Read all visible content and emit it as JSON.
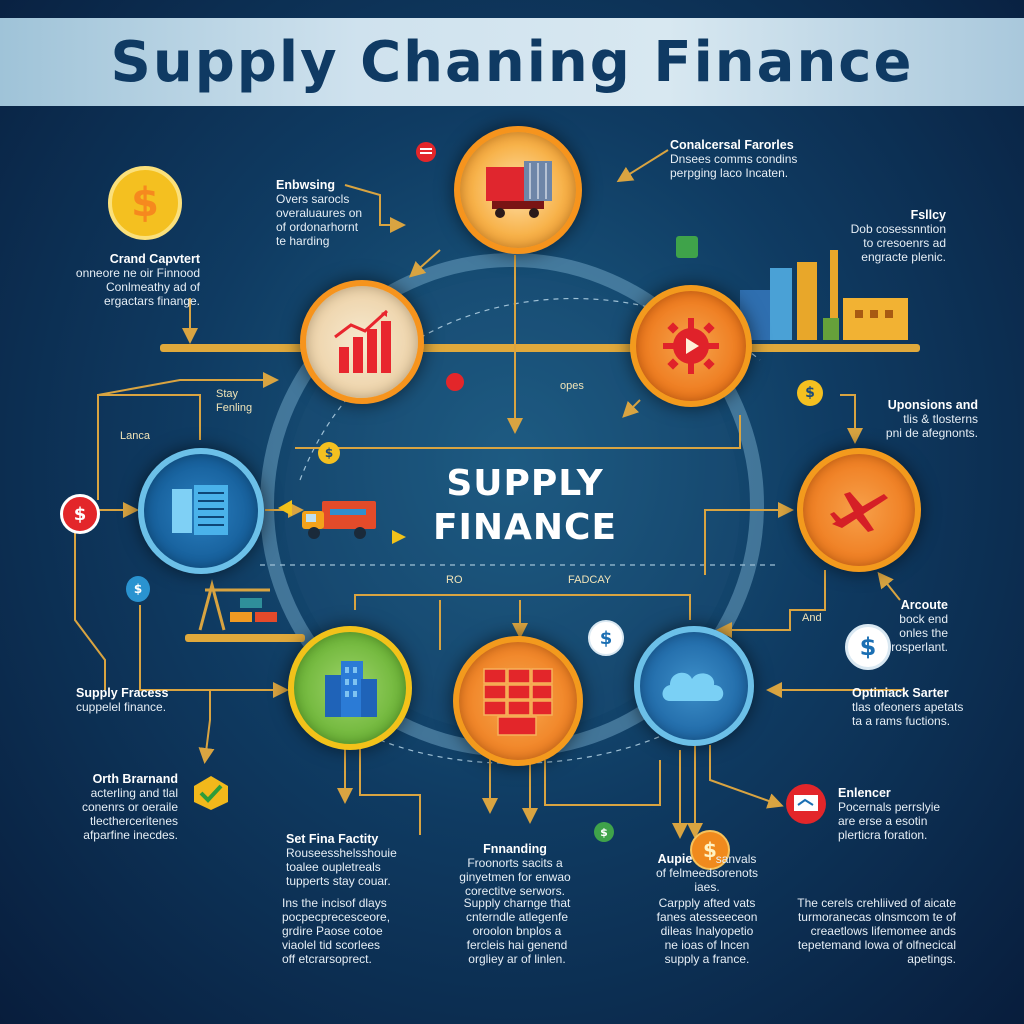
{
  "title": "Supply Chaning Finance",
  "center": {
    "line1": "SUPPLY",
    "line2": "FINANCE"
  },
  "colors": {
    "orange": "#f6941d",
    "orange_inner": "#e8452a",
    "blue_ring": "#4ea9d8",
    "yellow_ring": "#f2c21a",
    "connector": "#d9a441",
    "navy_title": "#0f3a63"
  },
  "labels": {
    "top_left": {
      "heading": "Enbwsing",
      "body": [
        "Overs sarocls",
        "overaluaures on",
        "of ordonarhornt",
        "te harding"
      ]
    },
    "grand": {
      "heading": "Crand Capvtert",
      "body": [
        "onneore ne oir Finnood",
        "Conlmeathy ad of",
        "ergactars finange."
      ]
    },
    "top_right": {
      "heading": "Conalcersal Farorles",
      "body": [
        "Dnsees comms condins",
        "perpging laco Incaten."
      ]
    },
    "facility": {
      "heading": "Fsllcy",
      "body": [
        "Dob cosessnntion",
        "to cresoenrs ad",
        "engracte plenic."
      ]
    },
    "uponsions": {
      "heading": "Uponsions and",
      "body": [
        "tlis & tlosterns",
        "pni de afegnonts."
      ]
    },
    "arcoute": {
      "heading": "Arcoute",
      "body": [
        "bock end",
        "onles the",
        "rosperlant."
      ]
    },
    "optiniack": {
      "heading": "Optiniack Sarter",
      "body": [
        "tlas ofeoners apetats",
        "ta a rams fuctions."
      ]
    },
    "enlencer": {
      "heading": "Enlencer",
      "body": [
        "Pocernals perrslyie",
        "are erse a esotin",
        "plerticra foration."
      ]
    },
    "supply_process": {
      "heading": "Supply Fracess",
      "body": [
        "cuppelel finance."
      ]
    },
    "orth": {
      "heading": "Orth Brarnand",
      "body": [
        "acterling and tlal",
        "conenrs or oeraile",
        "tlectherceritenes",
        "afparfine inecdes."
      ]
    },
    "set_fina": {
      "heading": "Set Fina Factity",
      "body": [
        "Rouseesshelsshouie",
        "toalee oupletreals",
        "tupperts stay couar."
      ]
    },
    "financing": {
      "heading": "Fnnanding",
      "body": [
        "Froonorts sacits a",
        "ginyetmen for enwao",
        "corectitve serwors."
      ]
    },
    "aupie": {
      "heading": "Aupie",
      "body": [
        "sanvals",
        "of felmeedsorenots",
        "iaes."
      ]
    },
    "tags": {
      "lanca": "Lanca",
      "stay": "Stay",
      "fenling": "Fenling",
      "opes": "opes",
      "ro": "RO",
      "fadcay": "FADCAY",
      "and": "And"
    }
  },
  "bottom_notes": [
    [
      "Ins the incisof dlays",
      "pocpecprecesceore,",
      "grdire Paose cotoe",
      "viaolel tid scorlees",
      "off etcrarsoprect."
    ],
    [
      "Supply charnge that",
      "cnterndle atlegenfe",
      "oroolon bnplos a",
      "fercleis hai genend",
      "orgliey ar of linlen."
    ],
    [
      "Carpply afted vats",
      "fanes atesseeceon",
      "dileas Inalyopetio",
      "ne ioas of Incen",
      "supply a france."
    ],
    [
      "The cerels crehliived of aicate",
      "turmoranecas olnsmcom te of",
      "creaetlows lifemomee ands",
      "tepetemand lowa of olfnecical",
      "apetings."
    ]
  ],
  "coin_symbol": "$",
  "nodes": [
    {
      "id": "top",
      "icon": "container-truck-icon"
    },
    {
      "id": "left-top",
      "icon": "bar-chart-icon"
    },
    {
      "id": "right-top",
      "icon": "gear-icon"
    },
    {
      "id": "left-mid",
      "icon": "server-icon"
    },
    {
      "id": "right-mid",
      "icon": "aircraft-icon"
    },
    {
      "id": "bottom-left",
      "icon": "office-building-icon"
    },
    {
      "id": "bottom-center",
      "icon": "cargo-stack-icon"
    },
    {
      "id": "bottom-right",
      "icon": "cloud-icon"
    }
  ]
}
